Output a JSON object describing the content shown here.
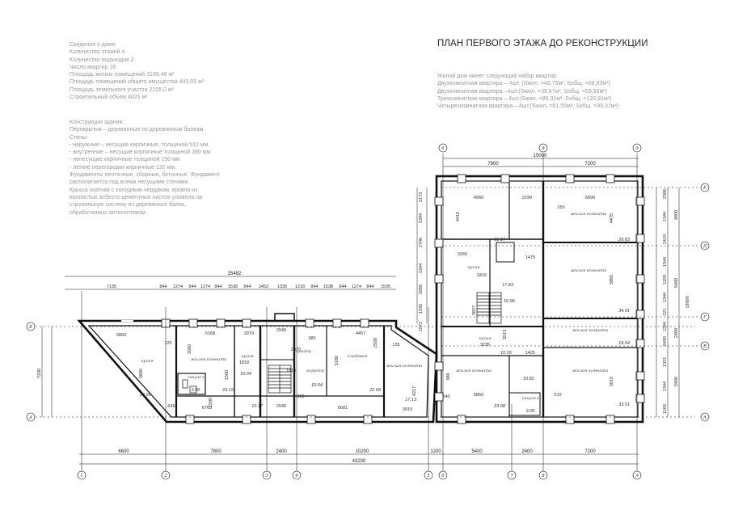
{
  "title": "ПЛАН ПЕРВОГО ЭТАЖА ДО РЕКОНСТРУКЦИИ",
  "house_info": {
    "heading": "Сведения о доме:",
    "lines": [
      "Количество этажей 4",
      "Количество подъездов 2",
      "Число квартир 16",
      "Площадь жилых помещений 3199,48 м²",
      "Площадь помещений общего имущества 445,05 м²",
      "Площадь земельного участка 2226,0 м²",
      "Строительный объем  4825 м³"
    ]
  },
  "construction_info": {
    "heading": "Конструкции здания:",
    "lines": [
      "Перекрытия – деревянные по деревянным балкам.",
      "Стены:",
      "- наружные – несущие кирпичные, толщиной 510 мм",
      "- внутренние – несущие кирпичные толщиной 380 мм",
      "- ненесущие кирпичные толщиной 190 мм",
      "- лёгкие перегородки кирпичные 120 мм.",
      "Фундаменты  ленточные, сборные, бетонные. Фундамент",
      "располагается под всеми несущими стенами.",
      "Крыша скатная с холодным чердаком, кровля из",
      "волнистых асбесто-цементных листов уложена на",
      "стропильную систему из деревянных балок,",
      "обработанных антисептиком."
    ]
  },
  "apartments_info": {
    "heading": "Жилой дом имеет следующий набор квартир:",
    "lines": [
      "Двухкомнатная квартира – 4шт. (Sжил. =48,75м², Sобщ. =68,93м²)",
      "Двухкомнатная квартира –4шт.(Sжил. =39,87м², Sобщ. =59,93м²)",
      "Трехкомнатная квартира – 4шт.(Sжил. =85,31м², Sобщ. =120,91м²)",
      "Четырехкомнатная квартира – 4шт.(Sжил. =61,55м², Sобщ. =95,37м²)"
    ]
  },
  "plan": {
    "axes_bottom": [
      "1",
      "2",
      "3",
      "4",
      "5",
      "6",
      "7",
      "8",
      "9"
    ],
    "axes_top": [
      "6",
      "8",
      "9"
    ],
    "axes_left": [
      "Б",
      "А"
    ],
    "axes_right": [
      "Е",
      "Д",
      "Г",
      "В",
      "А"
    ],
    "bottom_dims": [
      "6600",
      "7800",
      "2400",
      "10200",
      "1200",
      "5400",
      "2400",
      "7200"
    ],
    "overall_bottom": "43200",
    "overall_left_top": "25482",
    "left_top_dims": [
      "7135",
      "844",
      "1274",
      "844",
      "1274",
      "844",
      "1538",
      "844",
      "1453",
      "1335",
      "1218",
      "844",
      "1538",
      "844",
      "1274",
      "844",
      "1535"
    ],
    "top_dims": [
      "7800",
      "7200"
    ],
    "overall_top": "15000",
    "left_dim": "7200",
    "left_dim_inner": "6800",
    "right_overall": "18000",
    "right_dims_outer": [
      "4800",
      "5400",
      "2400",
      "5400"
    ],
    "right_dims_inner": [
      "2386",
      "1344",
      "2419",
      "1344",
      "1199",
      "1344",
      "221",
      "1344",
      "2400",
      "1321",
      "1344",
      "1168"
    ],
    "left_right_wing_dims": [
      "2173",
      "1344",
      "2746",
      "1344",
      "1868",
      "1335",
      "1572",
      "4217"
    ],
    "rooms": [
      {
        "label": "кухня",
        "area": "25.60"
      },
      {
        "label": "жилая комната",
        "area": "23.15"
      },
      {
        "label": "кухня",
        "area": "10.04"
      },
      {
        "label": "санузел",
        "area": "3.00"
      },
      {
        "label": "коридор",
        "area": "10.17"
      },
      {
        "label": "коридор",
        "area": "10.04"
      },
      {
        "label": "кладовая",
        "area": "22.68"
      },
      {
        "label": "жилая комната",
        "area": "17.13"
      },
      {
        "label": "жилая комната",
        "area": "23.98"
      },
      {
        "label": "жилая комната",
        "area": "29.83"
      },
      {
        "label": "кухня",
        "area": "17.83"
      },
      {
        "label": "жилая комната",
        "area": "34.01"
      },
      {
        "label": "кухня",
        "area": "10.55"
      },
      {
        "label": "жилая комната",
        "area": "19.54"
      },
      {
        "label": "жилая комната",
        "area": "33.51"
      },
      {
        "label": "санузел",
        "area": "3.00"
      }
    ],
    "misc_labels": [
      "5168",
      "3560",
      "2070",
      "2040",
      "380",
      "4457",
      "5180",
      "6681",
      "6763",
      "3019",
      "4960",
      "2190",
      "6690",
      "4410",
      "4475",
      "5865",
      "5850",
      "5010",
      "3265",
      "2410",
      "3235",
      "1475",
      "1425",
      "21.87",
      "16.96",
      "10.82",
      "2040",
      "2070",
      "1810",
      "1500",
      "1560",
      "649",
      "640",
      "510",
      "250",
      "120",
      "135",
      "360",
      "1818",
      "2580",
      "3513",
      "3827",
      "380",
      "6883"
    ]
  },
  "colors": {
    "line": "#111111",
    "text_light": "#9a9a9a",
    "title": "#222222"
  }
}
